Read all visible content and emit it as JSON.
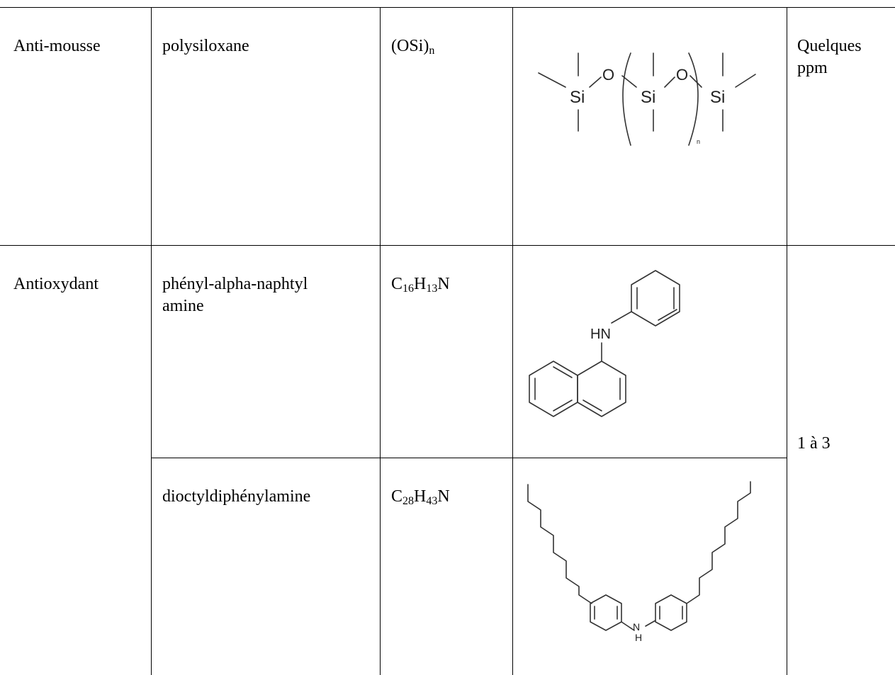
{
  "rows": [
    {
      "type": "Anti-mousse",
      "name_lines": [
        "polysiloxane"
      ],
      "formula": {
        "prefix": "(OSi)",
        "sub": "n"
      },
      "structure_icon": "polysiloxane-structure",
      "amount_lines": [
        "Quelques",
        "ppm"
      ]
    },
    {
      "type": "Antioxydant",
      "name_lines": [
        "phényl-alpha-naphtyl",
        "amine"
      ],
      "formula": {
        "parts": [
          "C",
          "16",
          "H",
          "13",
          "N"
        ]
      },
      "structure_icon": "phenyl-alpha-naphthylamine-structure"
    },
    {
      "name_lines": [
        "dioctyldiphénylamine"
      ],
      "formula": {
        "parts": [
          "C",
          "28",
          "H",
          "43",
          "N"
        ]
      },
      "structure_icon": "dioctyldiphenylamine-structure"
    }
  ],
  "antioxidant_amount": "1 à 3",
  "structure_labels": {
    "si1": "Si",
    "o1": "O",
    "si2": "Si",
    "o2": "O",
    "si3": "Si",
    "n": "n",
    "hn": "HN",
    "nh_n": "N",
    "nh_h": "H"
  }
}
